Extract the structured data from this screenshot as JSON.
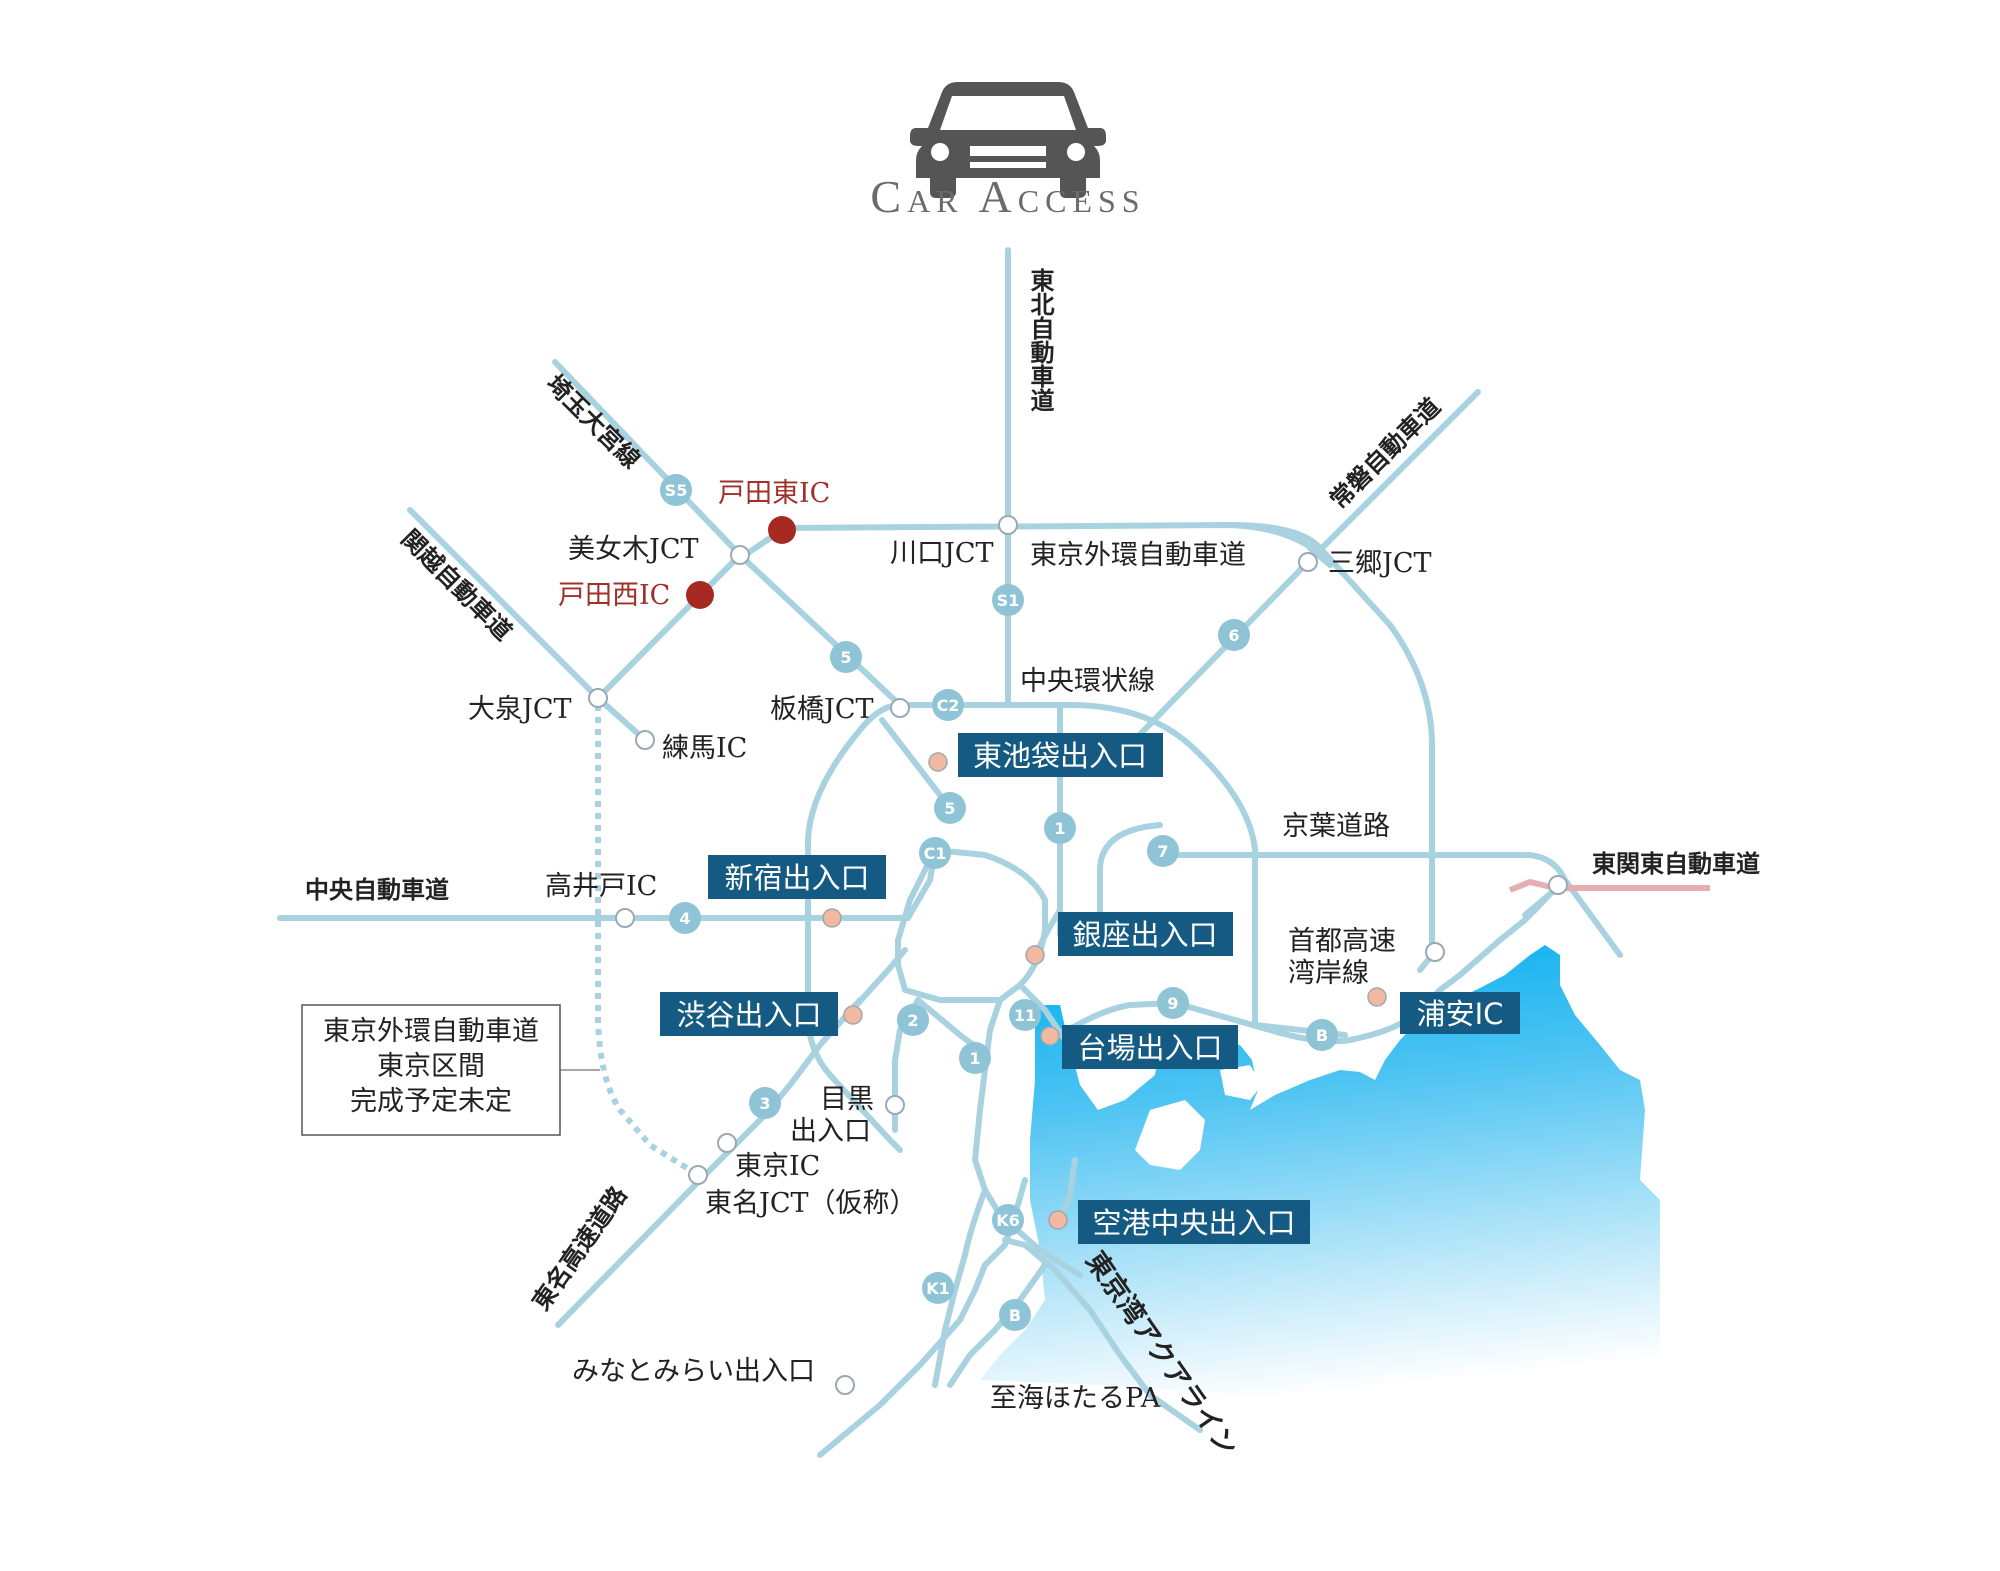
{
  "title": "Car Access",
  "colors": {
    "road": "#a9d2e0",
    "road_dark": "#8fc3d6",
    "label_box": "#155a82",
    "exit_dot": "#f2b9a0",
    "ic_red": "#a72a22",
    "tokan": "#e6aeb4",
    "sea_top": "#00aeef",
    "sea_bottom": "#ffffff",
    "car_icon": "#555555"
  },
  "car_icon": "car-icon",
  "expressways": {
    "tohoku": "東北自動車道",
    "saitama_omiya": "埼玉大宮線",
    "kanetsu": "関越自動車道",
    "joban": "常磐自動車道",
    "chuo": "中央自動車道",
    "higashi_kanto": "東関東自動車道",
    "tomei": "東名高速道路",
    "aqualine": "東京湾アクアライン"
  },
  "places": {
    "toda_higashi": "戸田東IC",
    "toda_nishi": "戸田西IC",
    "bijogi": "美女木JCT",
    "kawaguchi": "川口JCT",
    "gaikan": "東京外環自動車道",
    "misato": "三郷JCT",
    "oizumi": "大泉JCT",
    "nerima": "練馬IC",
    "itabashi": "板橋JCT",
    "chuo_kanjo": "中央環状線",
    "keiyo": "京葉道路",
    "takaido": "高井戸IC",
    "wangan_line1": "首都高速",
    "wangan_line2": "湾岸線",
    "meguro_line1": "目黒",
    "meguro_line2": "出入口",
    "tokyo_ic": "東京IC",
    "tomei_jct": "東名JCT（仮称）",
    "minatomirai": "みなとみらい出入口",
    "umihotaru": "至海ほたるPA"
  },
  "exits": {
    "higashi_ikebukuro": "東池袋出入口",
    "shinjuku": "新宿出入口",
    "ginza": "銀座出入口",
    "shibuya": "渋谷出入口",
    "daiba": "台場出入口",
    "urayasu": "浦安IC",
    "kuko_chuo": "空港中央出入口"
  },
  "route_numbers": {
    "s5": "S5",
    "s1": "S1",
    "r5": "5",
    "r6": "6",
    "c2": "C2",
    "c1": "C1",
    "r1": "1",
    "r7": "7",
    "r4": "4",
    "r9": "9",
    "r2": "2",
    "r11": "11",
    "rb": "B",
    "r3": "3",
    "k6": "K6",
    "k1": "K1"
  },
  "note": {
    "line1": "東京外環自動車道",
    "line2": "東京区間",
    "line3": "完成予定未定"
  }
}
